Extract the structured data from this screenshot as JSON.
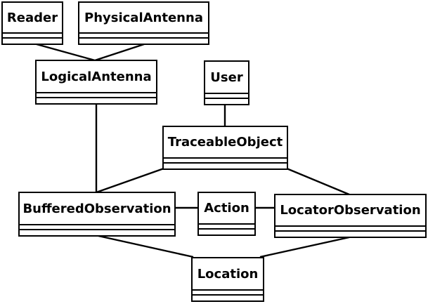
{
  "classes": {
    "reader": "Reader",
    "physical_antenna": "PhysicalAntenna",
    "logical_antenna": "LogicalAntenna",
    "user": "User",
    "traceable_object": "TraceableObject",
    "buffered_observation": "BufferedObservation",
    "action": "Action",
    "locator_observation": "LocatorObservation",
    "location": "Location"
  },
  "associations": [
    [
      "Reader",
      "LogicalAntenna"
    ],
    [
      "PhysicalAntenna",
      "LogicalAntenna"
    ],
    [
      "LogicalAntenna",
      "BufferedObservation"
    ],
    [
      "User",
      "TraceableObject"
    ],
    [
      "TraceableObject",
      "BufferedObservation"
    ],
    [
      "TraceableObject",
      "LocatorObservation"
    ],
    [
      "BufferedObservation",
      "Action"
    ],
    [
      "Action",
      "LocatorObservation"
    ],
    [
      "BufferedObservation",
      "Location"
    ],
    [
      "LocatorObservation",
      "Location"
    ]
  ]
}
